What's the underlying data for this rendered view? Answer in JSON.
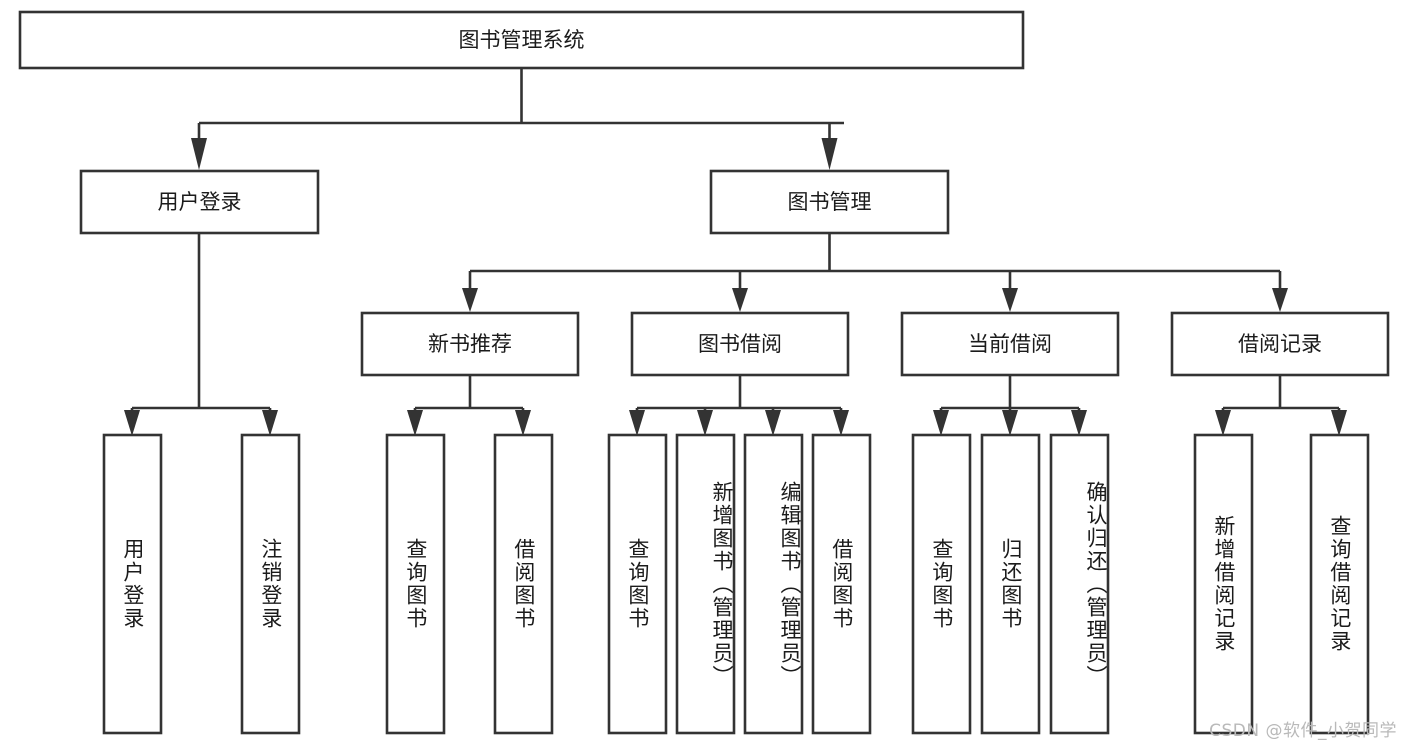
{
  "diagram": {
    "title": "图书管理系统",
    "type": "tree",
    "colors": {
      "box_border": "#333333",
      "box_fill": "#ffffff",
      "connector": "#333333",
      "text": "#1b1b1b",
      "background": "#ffffff",
      "watermark": "#b9b9b9"
    },
    "root": {
      "label": "图书管理系统"
    },
    "level2": [
      {
        "label": "用户登录"
      },
      {
        "label": "图书管理"
      }
    ],
    "level3": [
      {
        "label": "新书推荐"
      },
      {
        "label": "图书借阅"
      },
      {
        "label": "当前借阅"
      },
      {
        "label": "借阅记录"
      }
    ],
    "leaves_user_login": [
      {
        "label": "用户登录"
      },
      {
        "label": "注销登录"
      }
    ],
    "leaves_new_book": [
      {
        "label": "查询图书"
      },
      {
        "label": "借阅图书"
      }
    ],
    "leaves_borrow": [
      {
        "label": "查询图书"
      },
      {
        "label": "新增图书（管理员）"
      },
      {
        "label": "编辑图书（管理员）"
      },
      {
        "label": "借阅图书"
      }
    ],
    "leaves_current": [
      {
        "label": "查询图书"
      },
      {
        "label": "归还图书"
      },
      {
        "label": "确认归还（管理员）"
      }
    ],
    "leaves_record": [
      {
        "label": "新增借阅记录"
      },
      {
        "label": "查询借阅记录"
      }
    ]
  },
  "watermark": {
    "text": "CSDN @软件_小贺同学"
  }
}
